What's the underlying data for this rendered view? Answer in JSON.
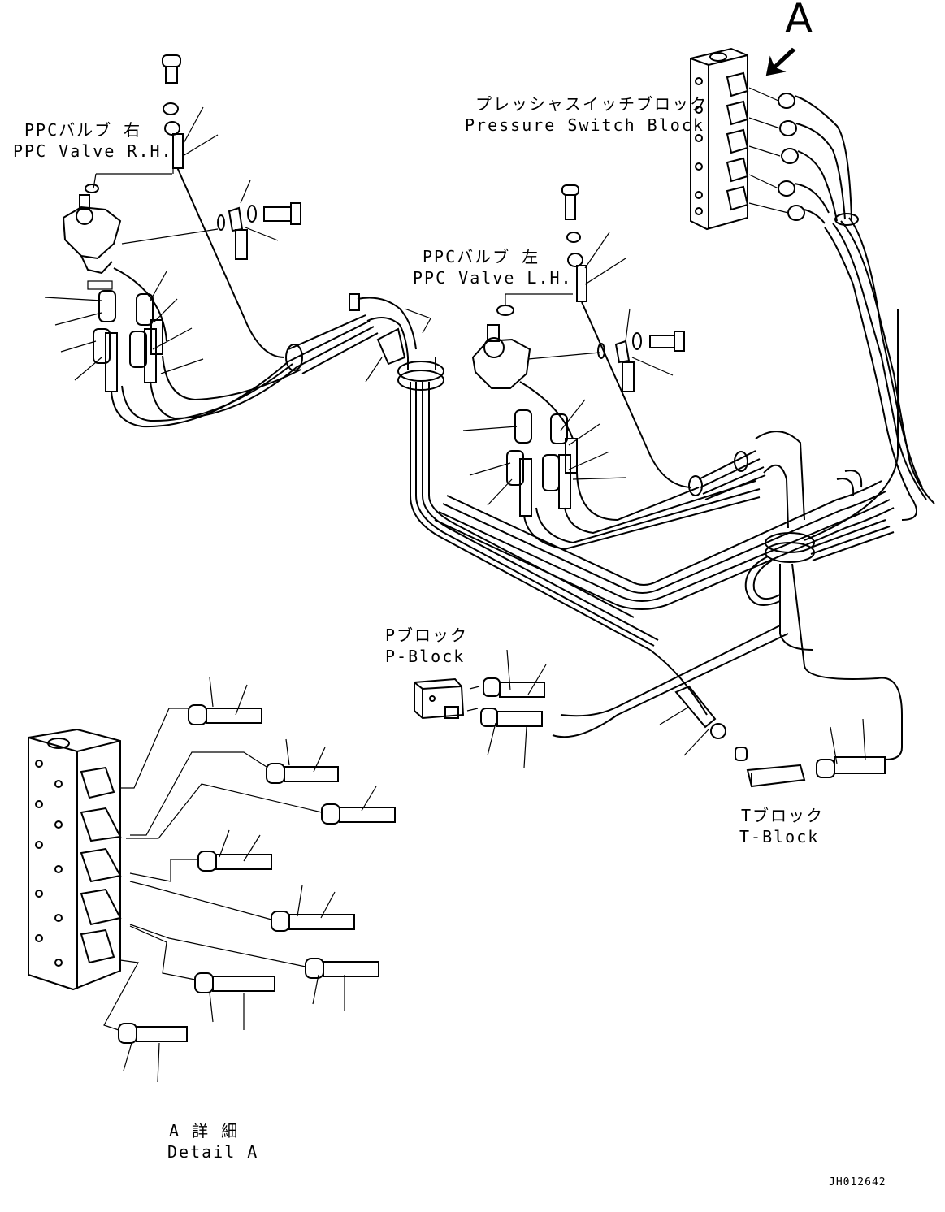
{
  "labels": {
    "view_marker": "A",
    "pressure_switch_jp": "プレッシャスイッチブロック",
    "pressure_switch_en": "Pressure Switch Block",
    "ppc_rh_jp": "PPCバルブ 右",
    "ppc_rh_en": "PPC Valve R.H.",
    "ppc_lh_jp": "PPCバルブ 左",
    "ppc_lh_en": "PPC Valve L.H.",
    "p_block_jp": "Pブロック",
    "p_block_en": "P-Block",
    "t_block_jp": "Tブロック",
    "t_block_en": "T-Block",
    "detail_jp": "A 詳 細",
    "detail_en": "Detail A",
    "drawing_code": "JH012642"
  }
}
